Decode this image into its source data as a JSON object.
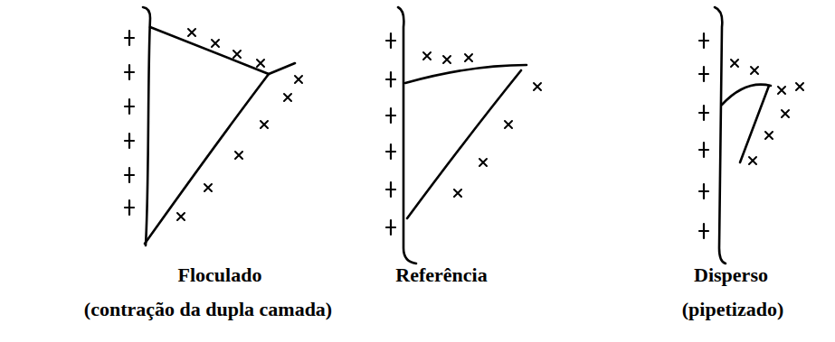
{
  "diagram": {
    "labels": [
      "Floculado",
      "(contração da dupla camada)",
      "Referência",
      "Disperso",
      "(pipetizado)"
    ]
  }
}
